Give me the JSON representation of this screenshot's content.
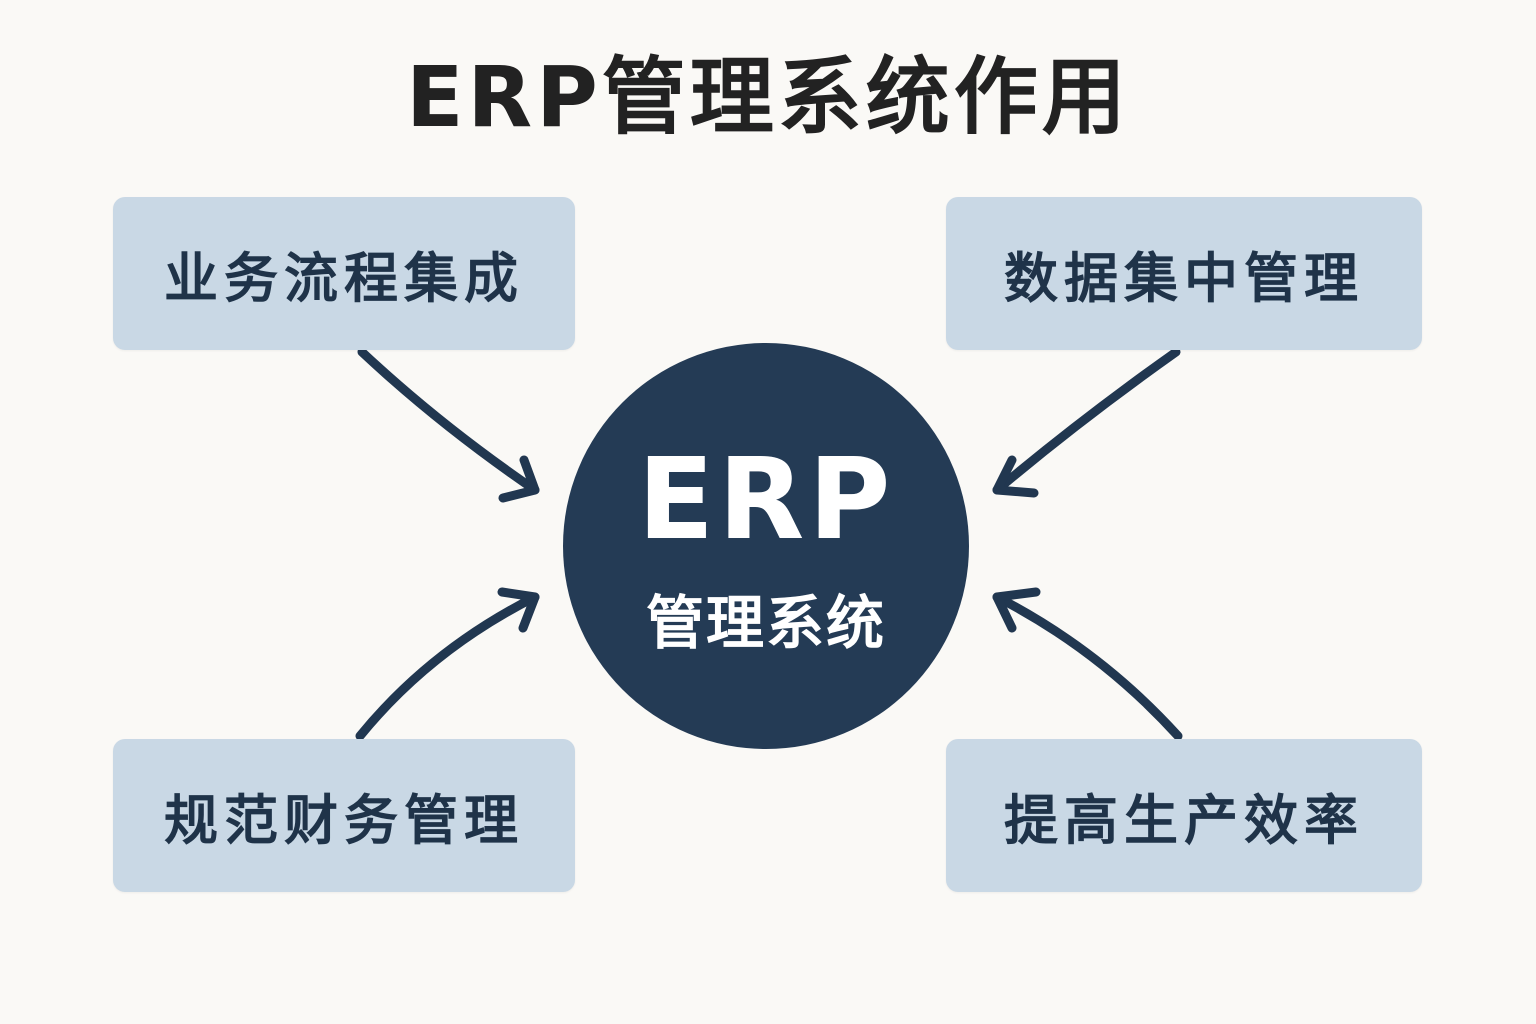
{
  "title": "ERP管理系统作用",
  "hub": {
    "main": "ERP",
    "sub": "管理系统"
  },
  "functions": [
    {
      "position": "top-left",
      "label": "业务流程集成"
    },
    {
      "position": "top-right",
      "label": "数据集中管理"
    },
    {
      "position": "bottom-left",
      "label": "规范财务管理"
    },
    {
      "position": "bottom-right",
      "label": "提高生产效率"
    }
  ],
  "colors": {
    "background": "#faf9f6",
    "box_fill": "#c9d8e5",
    "box_text": "#1f3349",
    "hub_fill": "#243b55",
    "arrow": "#213750",
    "title_text": "#222222"
  }
}
